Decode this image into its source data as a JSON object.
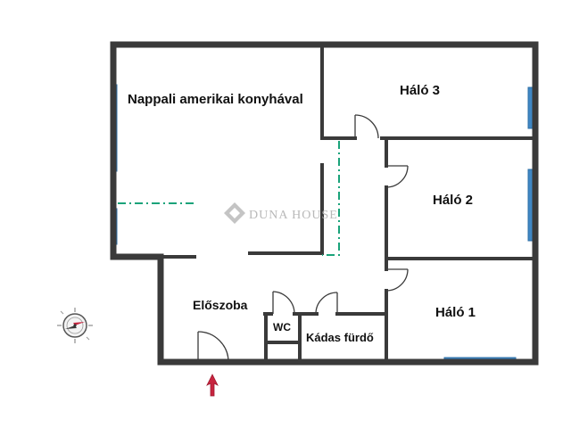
{
  "rooms": {
    "living": "Nappali amerikai konyhával",
    "bedroom3": "Háló 3",
    "bedroom2": "Háló 2",
    "bedroom1": "Háló 1",
    "hall": "Előszoba",
    "wc": "WC",
    "bathroom": "Kádas fürdő"
  },
  "watermark": "DUNA HOUSE",
  "colors": {
    "wall": "#3a3a3a",
    "window": "#3f87c4",
    "partition": "#1aa37a",
    "entrance_arrow": "#c8243e"
  },
  "icons": {
    "compass": "compass-icon",
    "entrance": "entrance-arrow-icon",
    "logo": "duna-house-logo-icon"
  }
}
